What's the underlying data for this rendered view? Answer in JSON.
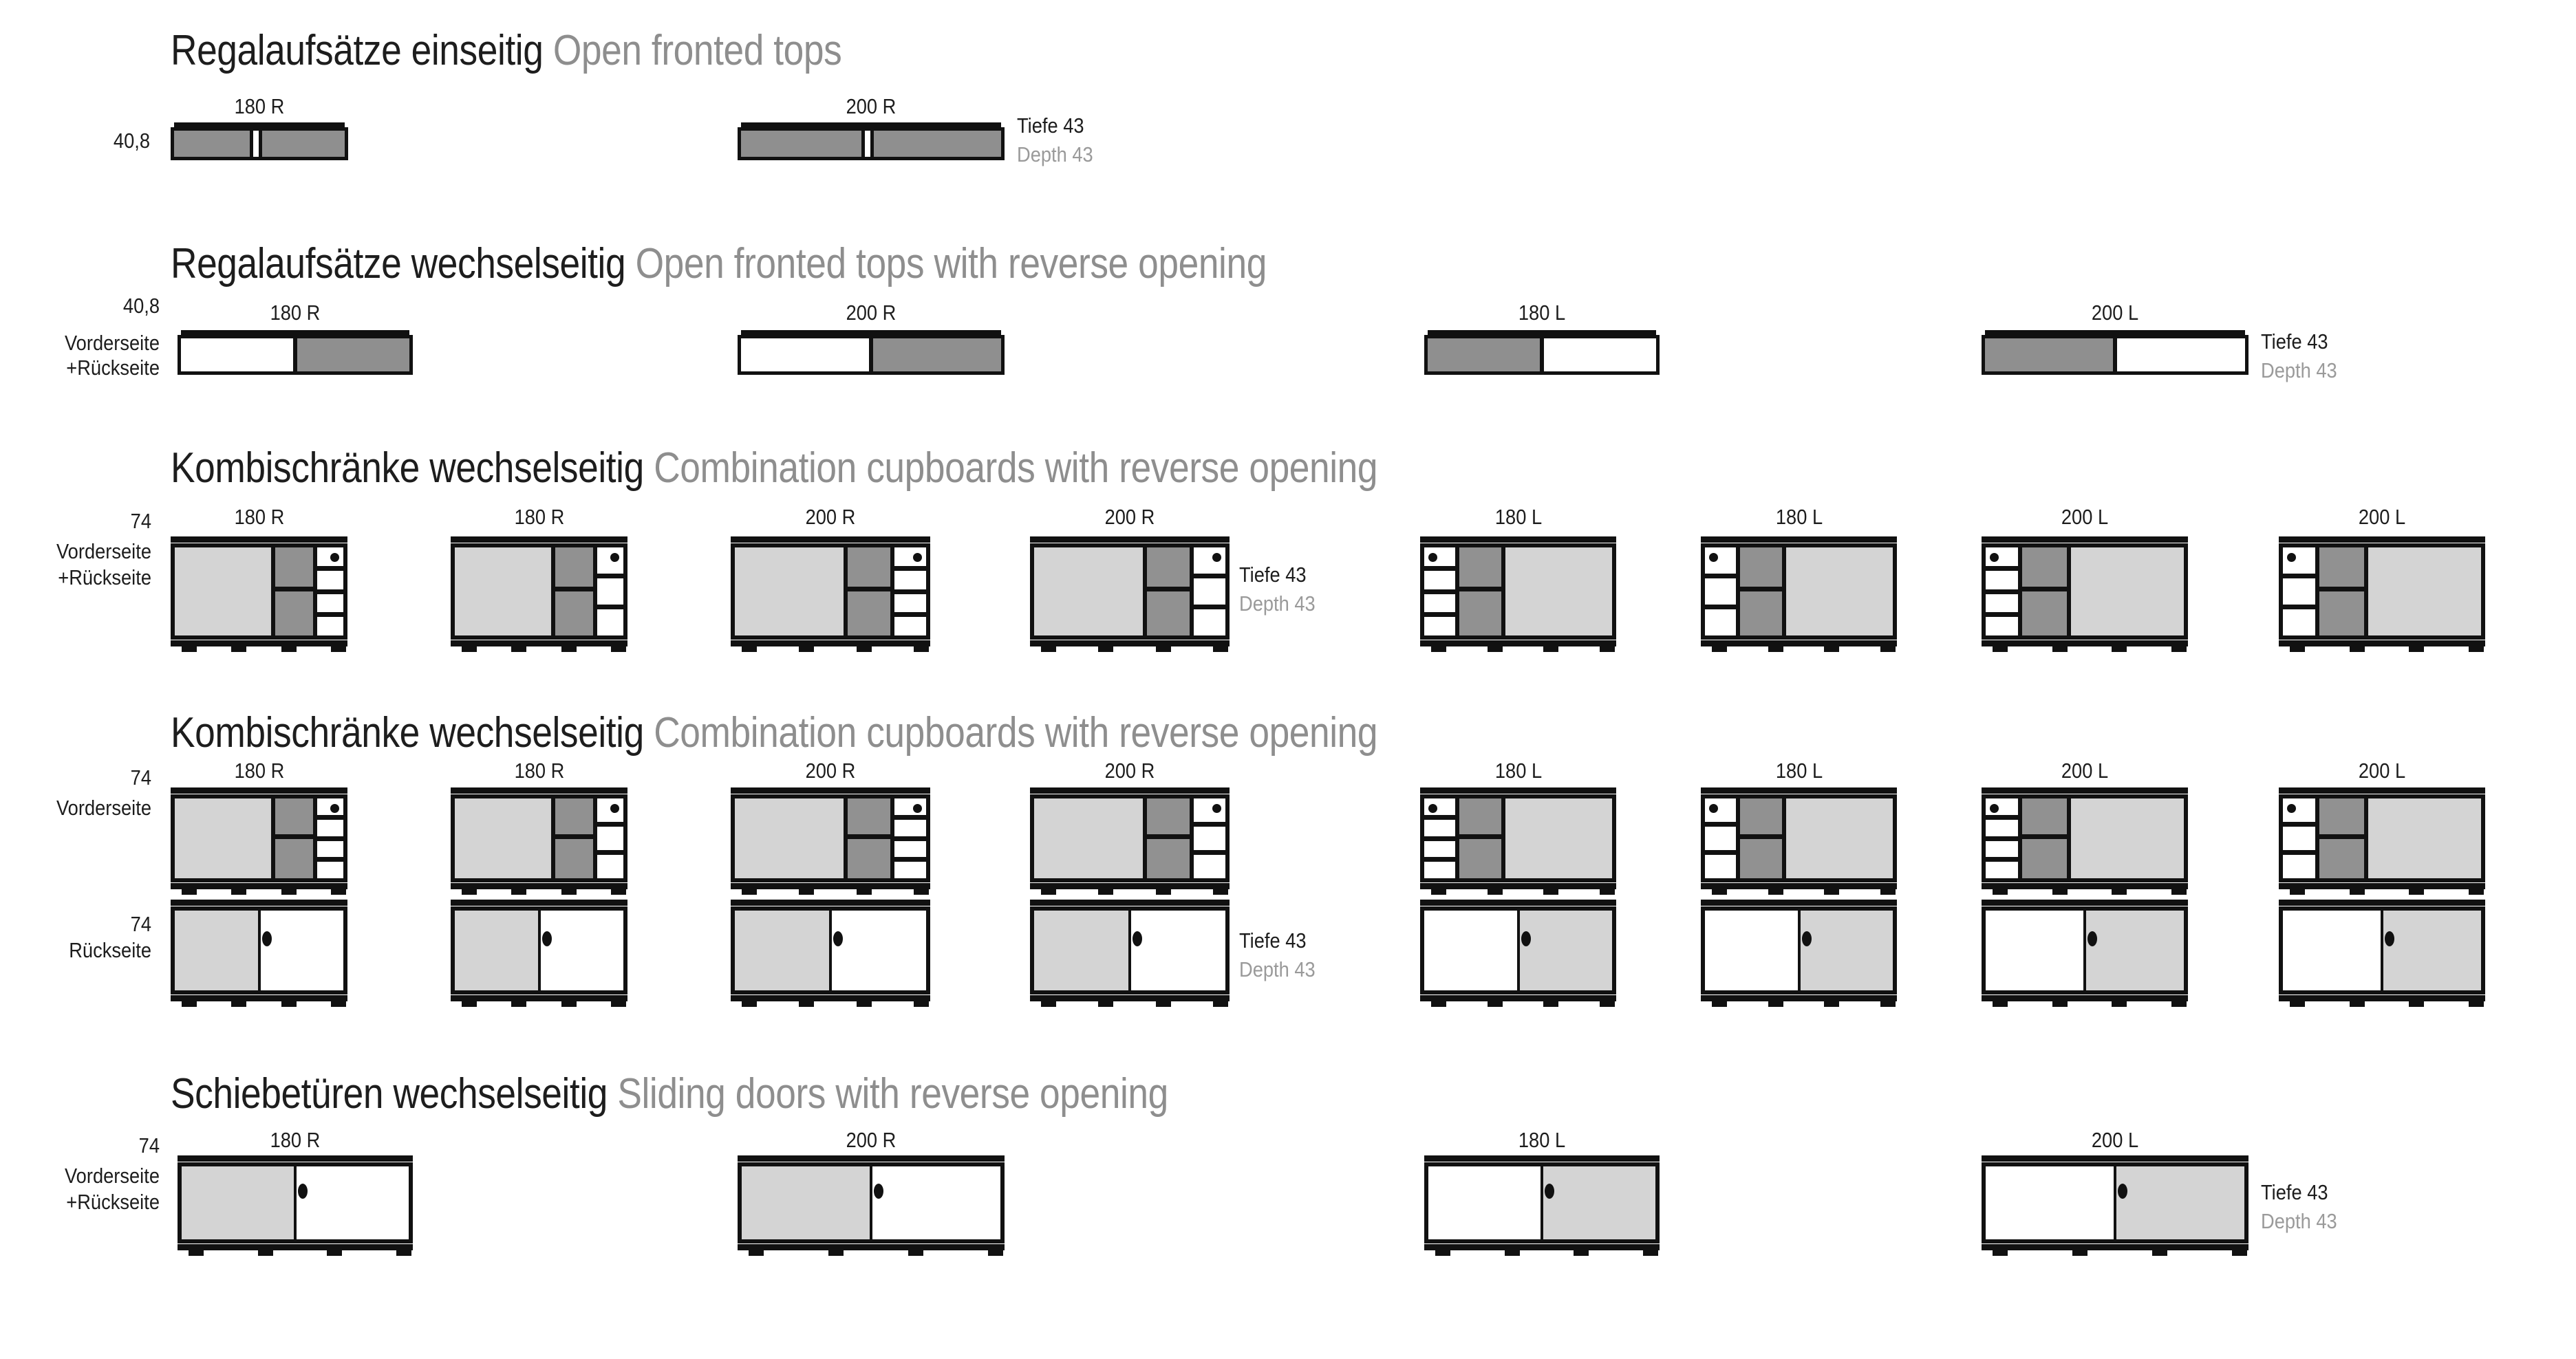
{
  "sections": [
    {
      "id": "open-fronted-tops",
      "heading_de": "Regalaufsätze einseitig",
      "heading_en": "Open fronted tops",
      "height_label": "40,8",
      "side_labels": [],
      "depth_de": "Tiefe 43",
      "depth_en": "Depth 43",
      "units": [
        {
          "label": "180 R",
          "type": "open-top",
          "orientation": "R"
        },
        {
          "label": "200 R",
          "type": "open-top",
          "orientation": "R"
        }
      ]
    },
    {
      "id": "open-fronted-tops-reverse",
      "heading_de": "Regalaufsätze wechselseitig",
      "heading_en": "Open fronted tops with reverse opening",
      "height_label": "40,8",
      "side_labels": [
        "Vorderseite",
        "+Rückseite"
      ],
      "depth_de": "Tiefe 43",
      "depth_en": "Depth 43",
      "units": [
        {
          "label": "180 R",
          "type": "half-top",
          "orientation": "R"
        },
        {
          "label": "200 R",
          "type": "half-top",
          "orientation": "R"
        },
        {
          "label": "180 L",
          "type": "half-top",
          "orientation": "L"
        },
        {
          "label": "200 L",
          "type": "half-top",
          "orientation": "L"
        }
      ]
    },
    {
      "id": "combination-cupboards-a",
      "heading_de": "Kombischränke wechselseitig",
      "heading_en": "Combination cupboards with reverse opening",
      "height_label": "74",
      "side_labels": [
        "Vorderseite",
        "+Rückseite"
      ],
      "depth_de": "Tiefe 43",
      "depth_en": "Depth 43",
      "units": [
        {
          "label": "180 R",
          "type": "cupboard",
          "orientation": "R",
          "shelves": 4
        },
        {
          "label": "180 R",
          "type": "cupboard",
          "orientation": "R",
          "shelves": 3
        },
        {
          "label": "200 R",
          "type": "cupboard",
          "orientation": "R",
          "shelves": 4
        },
        {
          "label": "200 R",
          "type": "cupboard",
          "orientation": "R",
          "shelves": 3
        },
        {
          "label": "180 L",
          "type": "cupboard",
          "orientation": "L",
          "shelves": 4
        },
        {
          "label": "180 L",
          "type": "cupboard",
          "orientation": "L",
          "shelves": 3
        },
        {
          "label": "200 L",
          "type": "cupboard",
          "orientation": "L",
          "shelves": 4
        },
        {
          "label": "200 L",
          "type": "cupboard",
          "orientation": "L",
          "shelves": 3
        }
      ]
    },
    {
      "id": "combination-cupboards-b",
      "heading_de": "Kombischränke wechselseitig",
      "heading_en": "Combination cupboards with reverse opening",
      "height_label": "74",
      "side_labels": [
        "Vorderseite"
      ],
      "depth_de": "Tiefe 43",
      "depth_en": "Depth 43",
      "units": [
        {
          "label": "180 R",
          "type": "cupboard",
          "orientation": "R",
          "shelves": 4
        },
        {
          "label": "180 R",
          "type": "cupboard",
          "orientation": "R",
          "shelves": 3
        },
        {
          "label": "200 R",
          "type": "cupboard",
          "orientation": "R",
          "shelves": 4
        },
        {
          "label": "200 R",
          "type": "cupboard",
          "orientation": "R",
          "shelves": 3
        },
        {
          "label": "180 L",
          "type": "cupboard",
          "orientation": "L",
          "shelves": 4
        },
        {
          "label": "180 L",
          "type": "cupboard",
          "orientation": "L",
          "shelves": 3
        },
        {
          "label": "200 L",
          "type": "cupboard",
          "orientation": "L",
          "shelves": 4
        },
        {
          "label": "200 L",
          "type": "cupboard",
          "orientation": "L",
          "shelves": 3
        }
      ],
      "back_row": {
        "height_label": "74",
        "side_labels": [
          "Rückseite"
        ],
        "units": [
          {
            "orientation": "R"
          },
          {
            "orientation": "R"
          },
          {
            "orientation": "R"
          },
          {
            "orientation": "R"
          },
          {
            "orientation": "L"
          },
          {
            "orientation": "L"
          },
          {
            "orientation": "L"
          },
          {
            "orientation": "L"
          }
        ]
      }
    },
    {
      "id": "sliding-doors",
      "heading_de": "Schiebetüren wechselseitig",
      "heading_en": "Sliding doors with reverse opening",
      "height_label": "74",
      "side_labels": [
        "Vorderseite",
        "+Rückseite"
      ],
      "depth_de": "Tiefe 43",
      "depth_en": "Depth 43",
      "units": [
        {
          "label": "180 R",
          "type": "sliding",
          "orientation": "R"
        },
        {
          "label": "200 R",
          "type": "sliding",
          "orientation": "R"
        },
        {
          "label": "180 L",
          "type": "sliding",
          "orientation": "L"
        },
        {
          "label": "200 L",
          "type": "sliding",
          "orientation": "L"
        }
      ]
    }
  ],
  "colors": {
    "outline": "#111111",
    "door_light": "#d4d4d4",
    "panel_mid": "#8f8f8f",
    "open_white": "#ffffff",
    "heading_de": "#1d1d1d",
    "heading_en": "#8e8e8e"
  }
}
